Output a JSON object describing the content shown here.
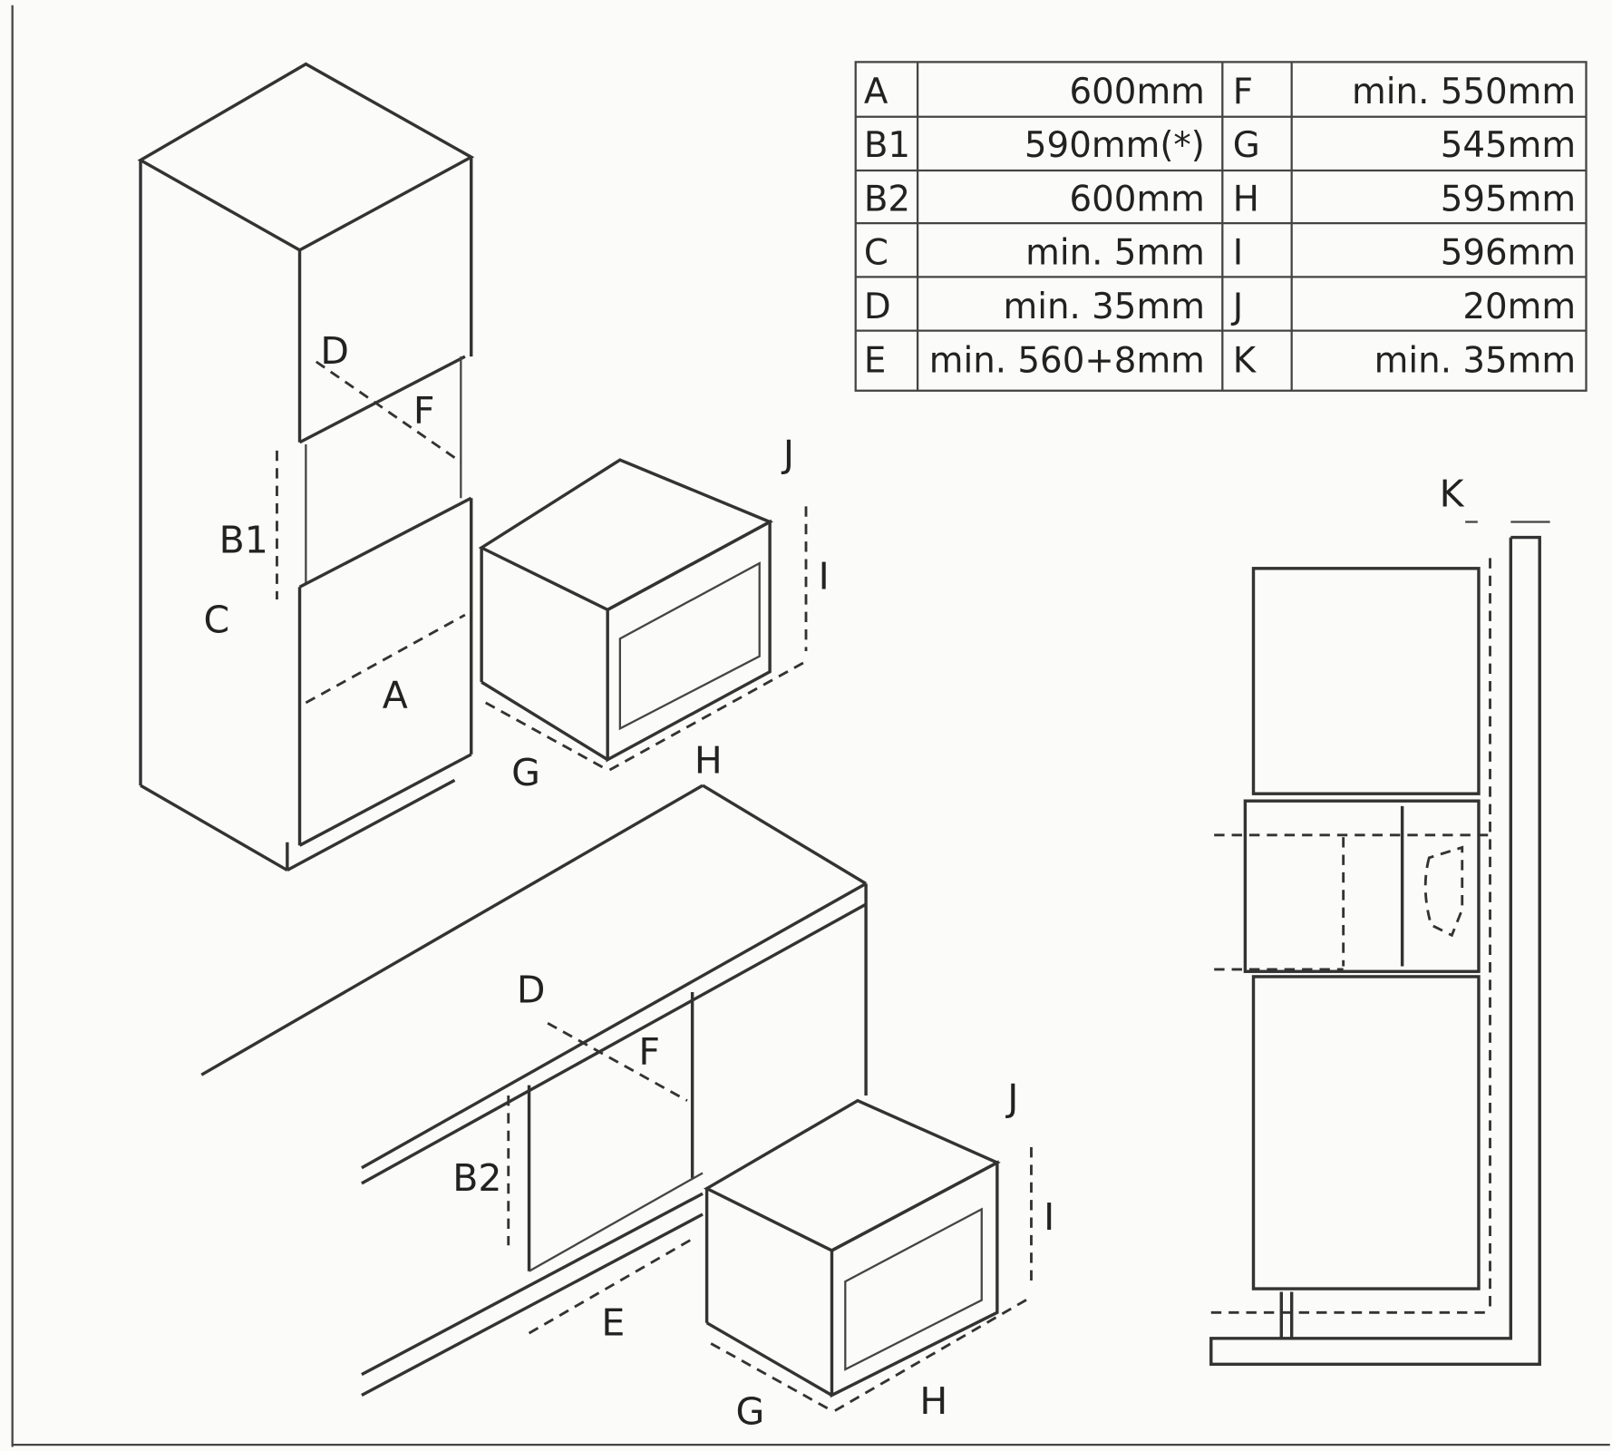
{
  "table": {
    "rows": [
      {
        "k1": "A",
        "v1": "600mm",
        "k2": "F",
        "v2": "min. 550mm"
      },
      {
        "k1": "B1",
        "v1": "590mm(*)",
        "k2": "G",
        "v2": "545mm"
      },
      {
        "k1": "B2",
        "v1": "600mm",
        "k2": "H",
        "v2": "595mm"
      },
      {
        "k1": "C",
        "v1": "min. 5mm",
        "k2": "I",
        "v2": "596mm"
      },
      {
        "k1": "D",
        "v1": "min. 35mm",
        "k2": "J",
        "v2": "20mm"
      },
      {
        "k1": "E",
        "v1": "min. 560+8mm",
        "k2": "K",
        "v2": "min. 35mm"
      }
    ]
  },
  "labels": {
    "A": "A",
    "B1": "B1",
    "B2": "B2",
    "C": "C",
    "D": "D",
    "E": "E",
    "F": "F",
    "G": "G",
    "H": "H",
    "I": "I",
    "J": "J",
    "K": "K"
  }
}
